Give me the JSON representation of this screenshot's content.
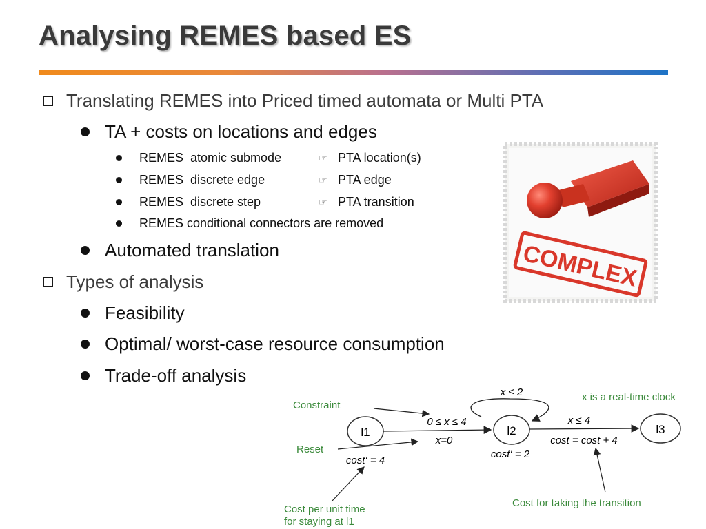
{
  "slide": {
    "title": "Analysing REMES based ES"
  },
  "bullets": {
    "translating": "Translating REMES into Priced timed automata or Multi PTA",
    "ta_costs": "TA + costs on locations and edges",
    "mappings": [
      {
        "source": "REMES  atomic submode",
        "target": "PTA location(s)"
      },
      {
        "source": "REMES  discrete edge",
        "target": "PTA edge"
      },
      {
        "source": "REMES  discrete step",
        "target": " PTA transition"
      }
    ],
    "conditional": "REMES conditional connectors are removed",
    "automated": "Automated translation",
    "types": "Types of analysis",
    "feasibility": "Feasibility",
    "optimal": "Optimal/ worst-case resource consumption",
    "tradeoff": "Trade-off analysis"
  },
  "stamp": {
    "text": "COMPLEX",
    "color": "#d9372a"
  },
  "diagram": {
    "states": [
      "l1",
      "l2",
      "l3"
    ],
    "edge_l1_l2": {
      "guard": "0 ≤ x ≤ 4",
      "reset": "x=0"
    },
    "self_loop_l2": {
      "guard": "x ≤ 2"
    },
    "edge_l2_l3": {
      "guard": "x ≤ 4",
      "update": "cost = cost + 4"
    },
    "rate_l1": "cost‘ = 4",
    "rate_l2": "cost‘ = 2",
    "annotations": {
      "constraint": "Constraint",
      "reset": "Reset",
      "clock_note": "x is a real-time clock",
      "cost_per_unit_line1": "Cost per unit time",
      "cost_per_unit_line2": "for staying at l1",
      "cost_transition": "Cost for taking the transition"
    },
    "annotation_color": "#3b8a3b"
  }
}
